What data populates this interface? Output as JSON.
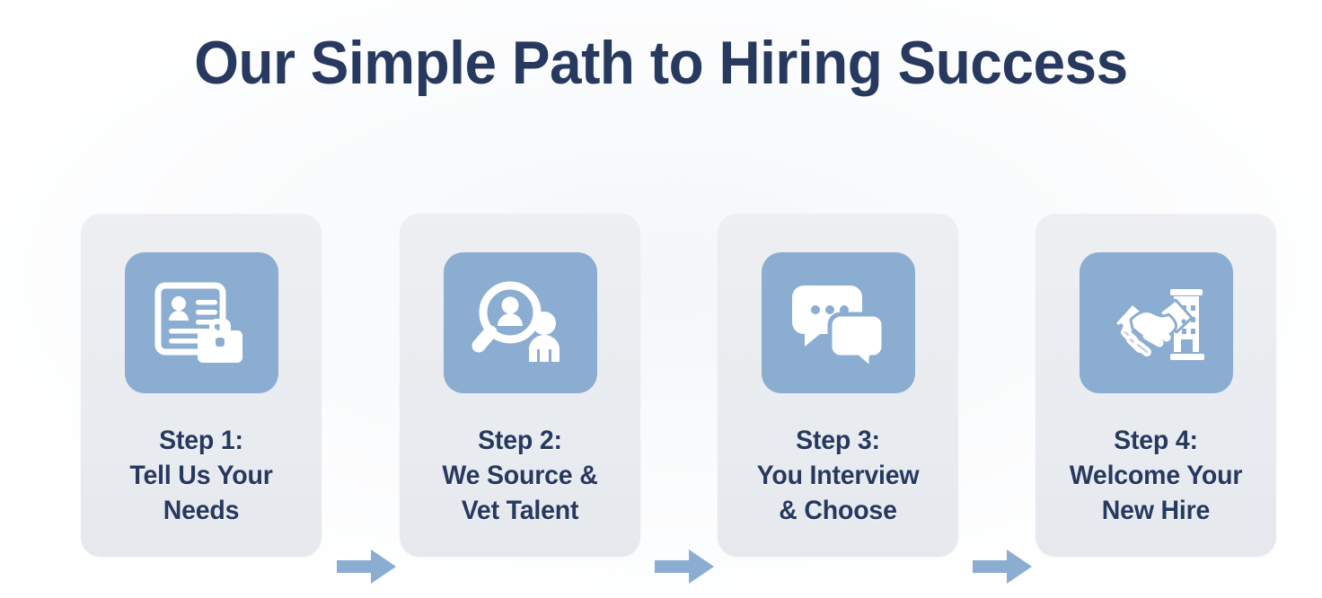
{
  "heading": "Our Simple Path to Hiring Success",
  "theme": {
    "navy": "#27395f",
    "icon_tile_blue": "#8badd2",
    "card_gray": "#e9ecf0",
    "arrow_blue": "#8badd2",
    "page_background": "#ffffff"
  },
  "steps": [
    {
      "number": "1",
      "label": "Step 1:\nTell Us Your\nNeeds",
      "icon": "resume-briefcase-icon"
    },
    {
      "number": "2",
      "label": "Step 2:\nWe Source &\nVet Talent",
      "icon": "candidate-search-icon"
    },
    {
      "number": "3",
      "label": "Step 3:\nYou Interview\n& Choose",
      "icon": "speech-bubbles-icon"
    },
    {
      "number": "4",
      "label": "Step 4:\nWelcome Your\nNew Hire",
      "icon": "handshake-building-icon"
    }
  ],
  "connectors": [
    {
      "icon": "arrow-right-icon"
    },
    {
      "icon": "arrow-right-icon"
    },
    {
      "icon": "arrow-right-icon"
    }
  ]
}
